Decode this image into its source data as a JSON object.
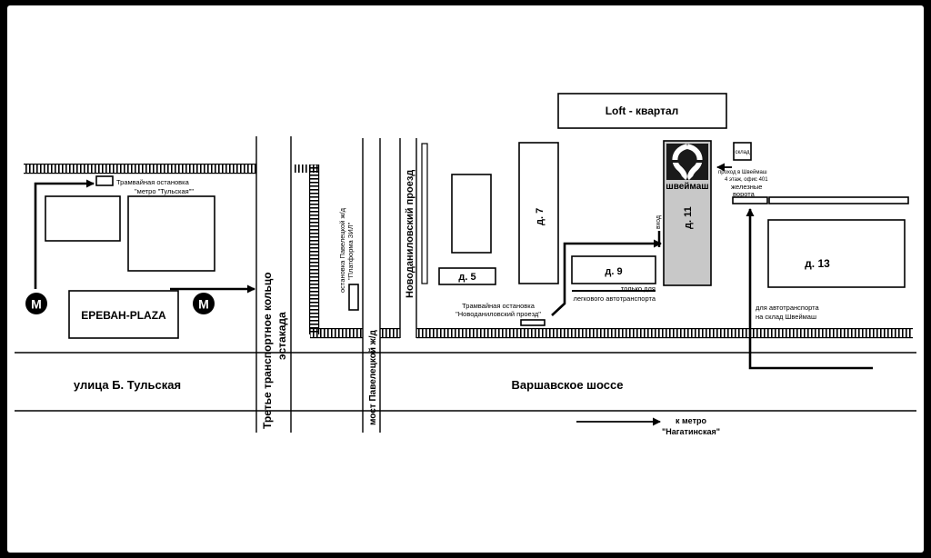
{
  "labels": {
    "loft": "Loft - квартал",
    "tram_tulskaya_1": "Трамвайная остановка",
    "tram_tulskaya_2": "\"метро \"Тульская\"\"",
    "erevan": "ЕРЕВАН-PLAZA",
    "metro_symbol": "М",
    "ttk_1": "Третье транспортное кольцо",
    "ttk_2": "эстакада",
    "pavelets_stop_1": "остановка Павелецкой ж/д",
    "pavelets_stop_2": "\"Платформа ЗИЛ\"",
    "novodanilovsky": "Новоданиловский проезд",
    "bridge": "мост Павелецкой ж/д",
    "d5": "д. 5",
    "d7": "д. 7",
    "d9": "д. 9",
    "d11": "д. 11",
    "d13": "д. 13",
    "tram_novo_1": "Трамвайная остановка",
    "tram_novo_2": "\"Новоданиловский проезд\"",
    "only_cars_1": "только для",
    "only_cars_2": "легкового автотранспорта",
    "entrance": "вход",
    "brand": "швеймаш",
    "warehouse": "склад",
    "pass_1": "проход в Швеймаш",
    "pass_2": "4 этаж, офис 401",
    "gates_1": "железные",
    "gates_2": "ворота",
    "trucks_1": "для автотранспорта",
    "trucks_2": "на склад Швеймаш",
    "street_tulskaya": "улица Б. Тульская",
    "street_varshavskoe": "Варшавское шоссе",
    "to_metro_1": "к метро",
    "to_metro_2": "\"Нагатинская\""
  },
  "colors": {
    "frame": "#000000",
    "paper": "#ffffff",
    "building_d11": "#c8c8c8",
    "logo_bg": "#1a1a1a"
  },
  "icons": [
    "metro-icon",
    "shveymash-logo-icon",
    "arrow-icon"
  ]
}
